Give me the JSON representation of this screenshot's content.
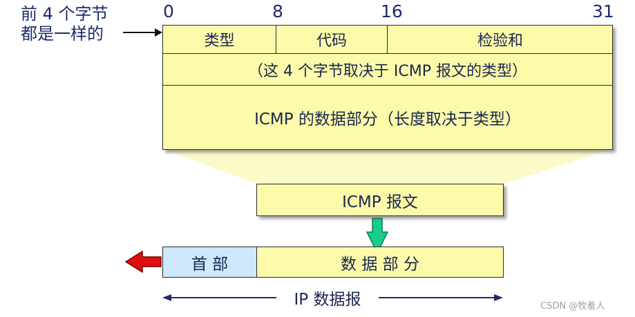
{
  "note": {
    "line1": "前 4 个字节",
    "line2": "都是一样的"
  },
  "bits": {
    "b0": "0",
    "b8": "8",
    "b16": "16",
    "b31": "31"
  },
  "icmp_header": {
    "type": "类型",
    "code": "代码",
    "checksum": "检验和",
    "rest_of_header": "（这 4 个字节取决于 ICMP 报文的类型）",
    "data": "ICMP 的数据部分（长度取决于类型）"
  },
  "icmp_message": "ICMP 报文",
  "ip_datagram": {
    "header": "首 部",
    "data": "数 据 部 分",
    "label": "IP 数据报"
  },
  "watermark": "CSDN @牧羞人",
  "colors": {
    "field_fill": "#fdfbaa",
    "header_fill": "#cde9fb",
    "trapezoid_fill": "#fbfac8",
    "red_arrow": "#e01010",
    "green_arrow": "#16d08a",
    "text": "#1a2650"
  }
}
